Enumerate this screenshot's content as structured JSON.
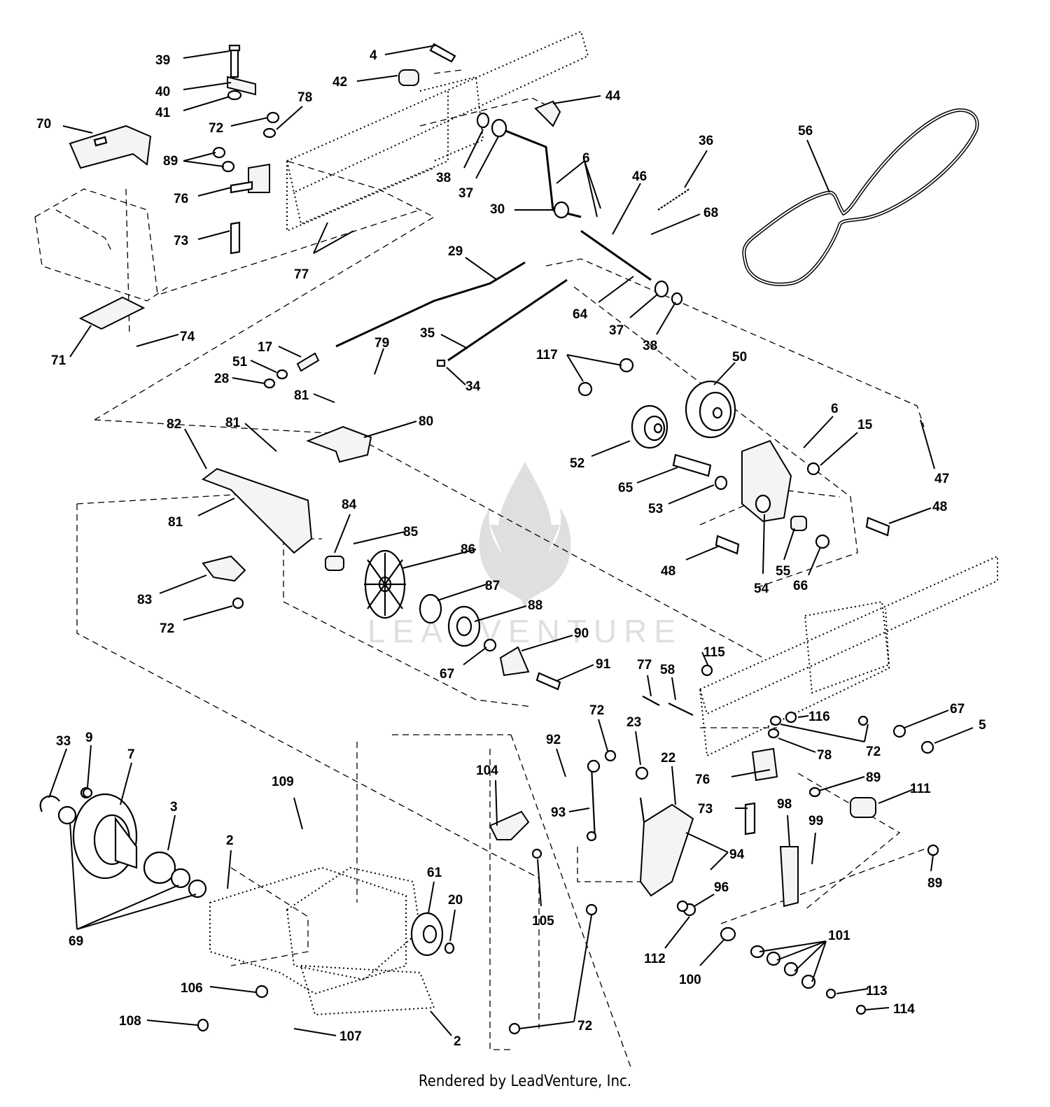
{
  "footer": {
    "text": "Rendered by LeadVenture, Inc."
  },
  "watermark": {
    "text": "LEADVENTURE"
  },
  "labels": [
    {
      "id": "39",
      "text": "39"
    },
    {
      "id": "40",
      "text": "40"
    },
    {
      "id": "41",
      "text": "41"
    },
    {
      "id": "4",
      "text": "4"
    },
    {
      "id": "42",
      "text": "42"
    },
    {
      "id": "44",
      "text": "44"
    },
    {
      "id": "70",
      "text": "70"
    },
    {
      "id": "72a",
      "text": "72"
    },
    {
      "id": "78a",
      "text": "78"
    },
    {
      "id": "89a",
      "text": "89"
    },
    {
      "id": "76a",
      "text": "76"
    },
    {
      "id": "73a",
      "text": "73"
    },
    {
      "id": "77a",
      "text": "77"
    },
    {
      "id": "38a",
      "text": "38"
    },
    {
      "id": "37a",
      "text": "37"
    },
    {
      "id": "6a",
      "text": "6"
    },
    {
      "id": "36",
      "text": "36"
    },
    {
      "id": "56",
      "text": "56"
    },
    {
      "id": "30",
      "text": "30"
    },
    {
      "id": "46",
      "text": "46"
    },
    {
      "id": "68",
      "text": "68"
    },
    {
      "id": "29",
      "text": "29"
    },
    {
      "id": "64",
      "text": "64"
    },
    {
      "id": "37b",
      "text": "37"
    },
    {
      "id": "38b",
      "text": "38"
    },
    {
      "id": "71",
      "text": "71"
    },
    {
      "id": "74",
      "text": "74"
    },
    {
      "id": "17",
      "text": "17"
    },
    {
      "id": "51",
      "text": "51"
    },
    {
      "id": "28",
      "text": "28"
    },
    {
      "id": "79",
      "text": "79"
    },
    {
      "id": "35",
      "text": "35"
    },
    {
      "id": "34",
      "text": "34"
    },
    {
      "id": "117",
      "text": "117"
    },
    {
      "id": "50",
      "text": "50"
    },
    {
      "id": "81a",
      "text": "81"
    },
    {
      "id": "82",
      "text": "82"
    },
    {
      "id": "81b",
      "text": "81"
    },
    {
      "id": "80",
      "text": "80"
    },
    {
      "id": "6b",
      "text": "6"
    },
    {
      "id": "15",
      "text": "15"
    },
    {
      "id": "52",
      "text": "52"
    },
    {
      "id": "47",
      "text": "47"
    },
    {
      "id": "65",
      "text": "65"
    },
    {
      "id": "53",
      "text": "53"
    },
    {
      "id": "81c",
      "text": "81"
    },
    {
      "id": "84",
      "text": "84"
    },
    {
      "id": "48a",
      "text": "48"
    },
    {
      "id": "85",
      "text": "85"
    },
    {
      "id": "86",
      "text": "86"
    },
    {
      "id": "48b",
      "text": "48"
    },
    {
      "id": "55",
      "text": "55"
    },
    {
      "id": "54",
      "text": "54"
    },
    {
      "id": "66",
      "text": "66"
    },
    {
      "id": "83",
      "text": "83"
    },
    {
      "id": "87",
      "text": "87"
    },
    {
      "id": "88",
      "text": "88"
    },
    {
      "id": "72b",
      "text": "72"
    },
    {
      "id": "90",
      "text": "90"
    },
    {
      "id": "67a",
      "text": "67"
    },
    {
      "id": "91",
      "text": "91"
    },
    {
      "id": "115",
      "text": "115"
    },
    {
      "id": "77b",
      "text": "77"
    },
    {
      "id": "58",
      "text": "58"
    },
    {
      "id": "116",
      "text": "116"
    },
    {
      "id": "67b",
      "text": "67"
    },
    {
      "id": "5",
      "text": "5"
    },
    {
      "id": "72c",
      "text": "72"
    },
    {
      "id": "23",
      "text": "23"
    },
    {
      "id": "33",
      "text": "33"
    },
    {
      "id": "9",
      "text": "9"
    },
    {
      "id": "7",
      "text": "7"
    },
    {
      "id": "92",
      "text": "92"
    },
    {
      "id": "72d",
      "text": "72"
    },
    {
      "id": "78b",
      "text": "78"
    },
    {
      "id": "22",
      "text": "22"
    },
    {
      "id": "76b",
      "text": "76"
    },
    {
      "id": "89b",
      "text": "89"
    },
    {
      "id": "104",
      "text": "104"
    },
    {
      "id": "111",
      "text": "111"
    },
    {
      "id": "109",
      "text": "109"
    },
    {
      "id": "3",
      "text": "3"
    },
    {
      "id": "93",
      "text": "93"
    },
    {
      "id": "73b",
      "text": "73"
    },
    {
      "id": "98",
      "text": "98"
    },
    {
      "id": "99",
      "text": "99"
    },
    {
      "id": "2a",
      "text": "2"
    },
    {
      "id": "94",
      "text": "94"
    },
    {
      "id": "61",
      "text": "61"
    },
    {
      "id": "20",
      "text": "20"
    },
    {
      "id": "89c",
      "text": "89"
    },
    {
      "id": "96",
      "text": "96"
    },
    {
      "id": "105",
      "text": "105"
    },
    {
      "id": "69",
      "text": "69"
    },
    {
      "id": "101",
      "text": "101"
    },
    {
      "id": "112",
      "text": "112"
    },
    {
      "id": "100",
      "text": "100"
    },
    {
      "id": "106",
      "text": "106"
    },
    {
      "id": "113",
      "text": "113"
    },
    {
      "id": "114",
      "text": "114"
    },
    {
      "id": "108",
      "text": "108"
    },
    {
      "id": "107",
      "text": "107"
    },
    {
      "id": "72e",
      "text": "72"
    },
    {
      "id": "2b",
      "text": "2"
    }
  ]
}
